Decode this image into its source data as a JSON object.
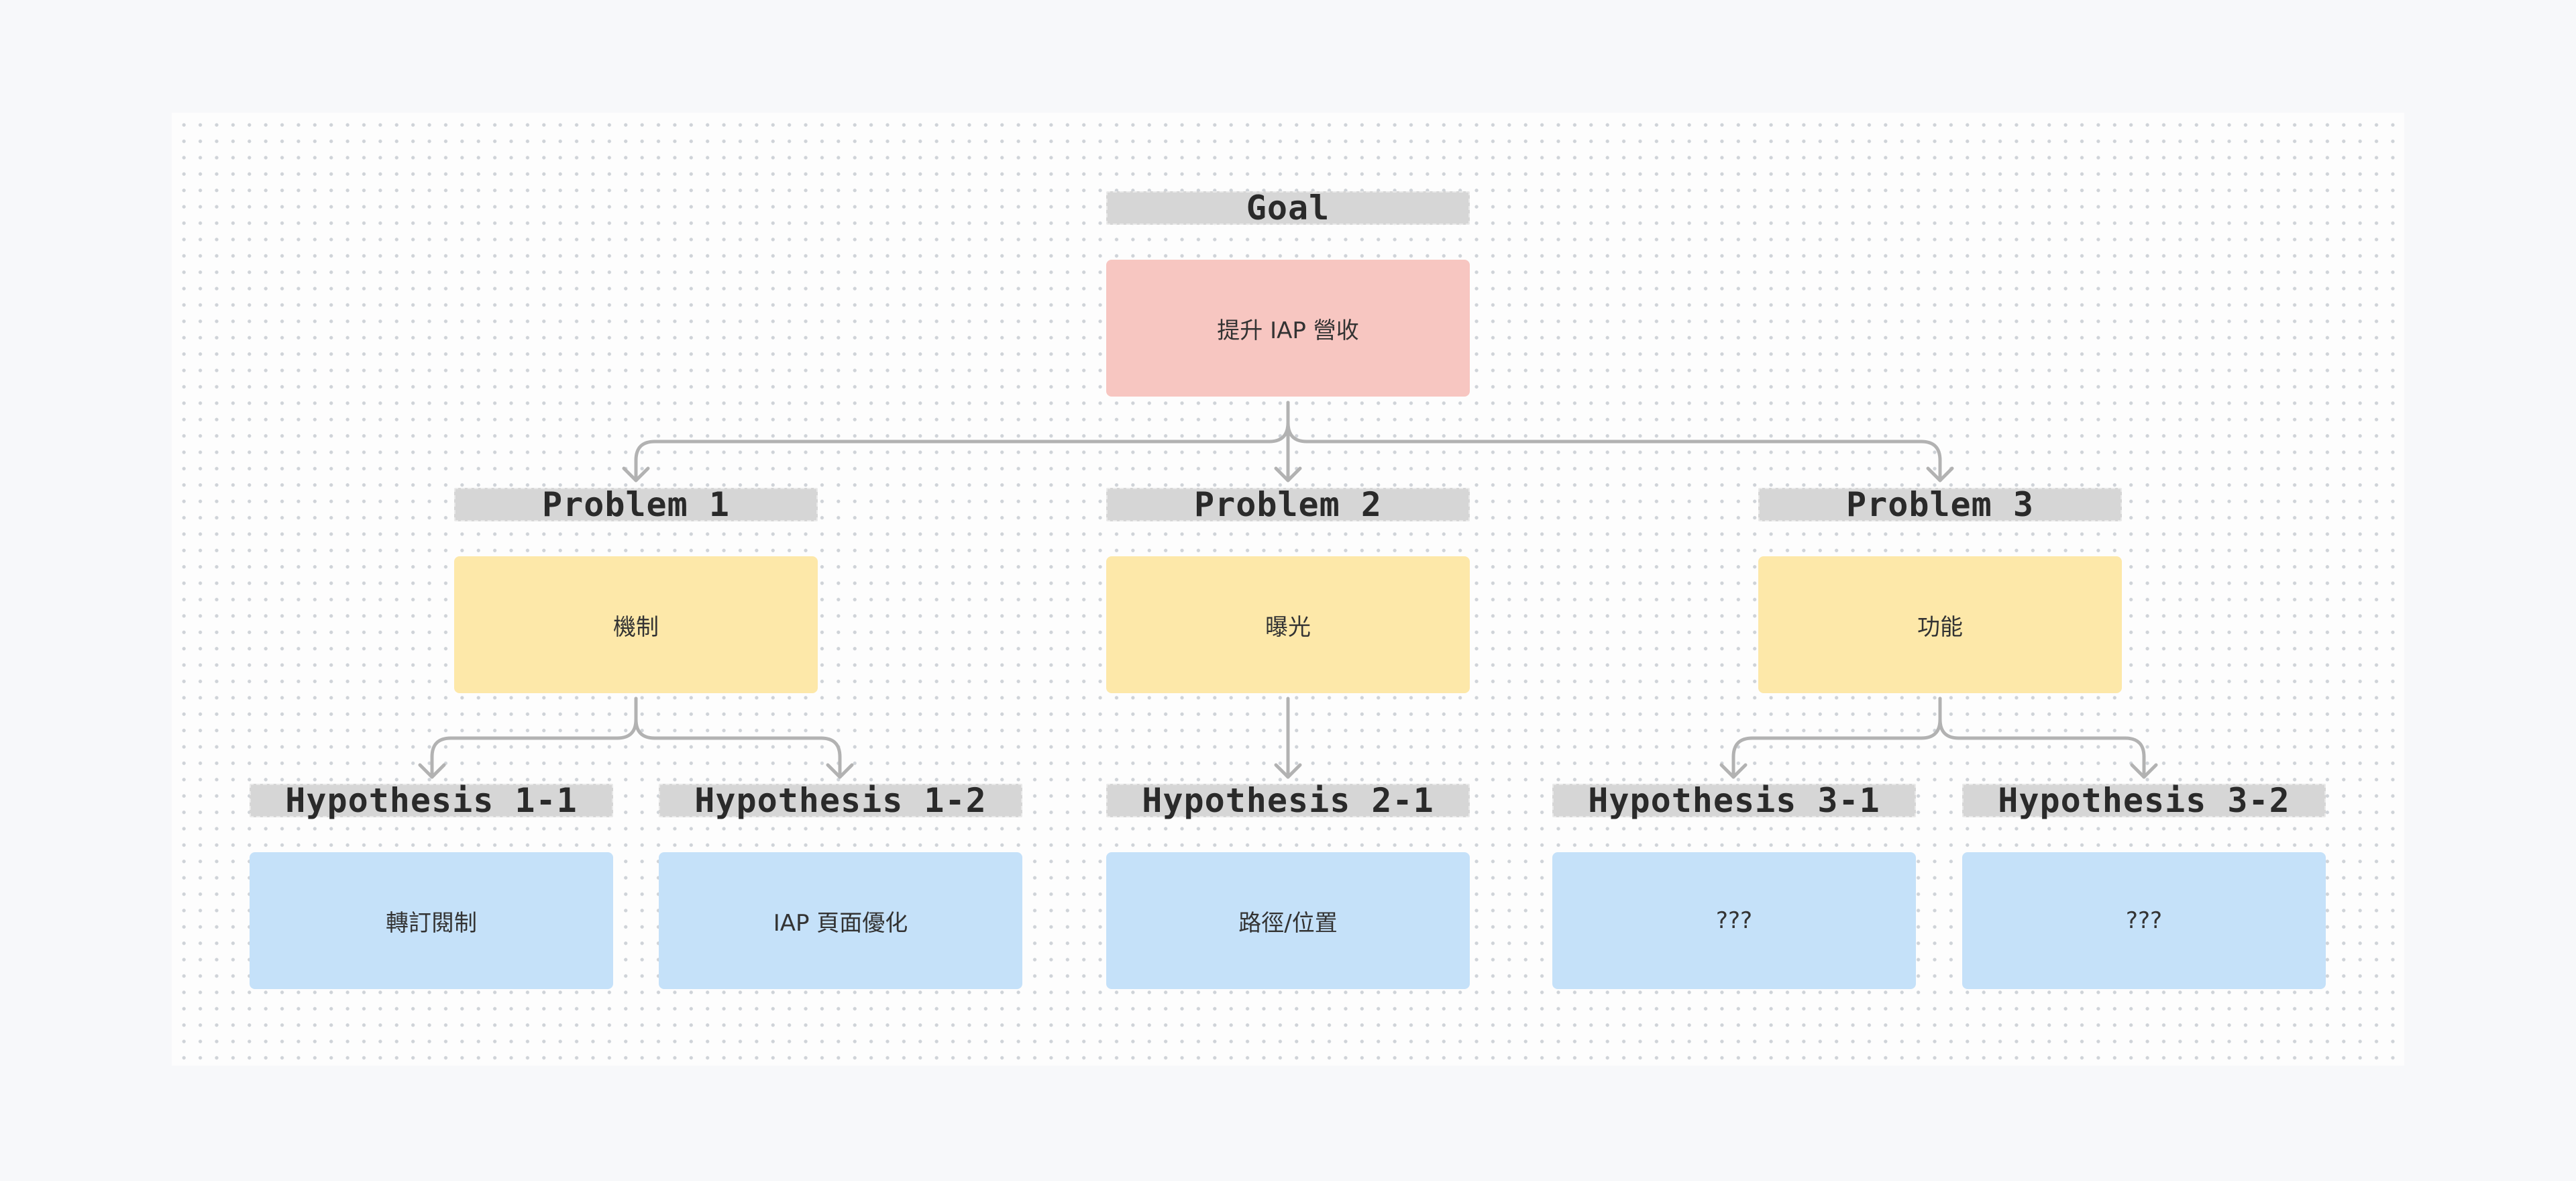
{
  "goal": {
    "label": "Goal",
    "text": "提升 IAP 營收",
    "color": "#f7c6c1"
  },
  "problems": [
    {
      "label": "Problem 1",
      "text": "機制"
    },
    {
      "label": "Problem 2",
      "text": "曝光"
    },
    {
      "label": "Problem 3",
      "text": "功能"
    }
  ],
  "hypotheses": [
    {
      "label": "Hypothesis 1-1",
      "text": "轉訂閱制"
    },
    {
      "label": "Hypothesis 1-2",
      "text": "IAP 頁面優化"
    },
    {
      "label": "Hypothesis 2-1",
      "text": "路徑/位置"
    },
    {
      "label": "Hypothesis 3-1",
      "text": "???"
    },
    {
      "label": "Hypothesis 3-2",
      "text": "???"
    }
  ],
  "colors": {
    "goal_card": "#f7c6c1",
    "problem_card": "#fde8a9",
    "hypothesis_card": "#c5e1f9",
    "label_bar": "#d6d6d6",
    "connector": "#b2b2b2"
  }
}
